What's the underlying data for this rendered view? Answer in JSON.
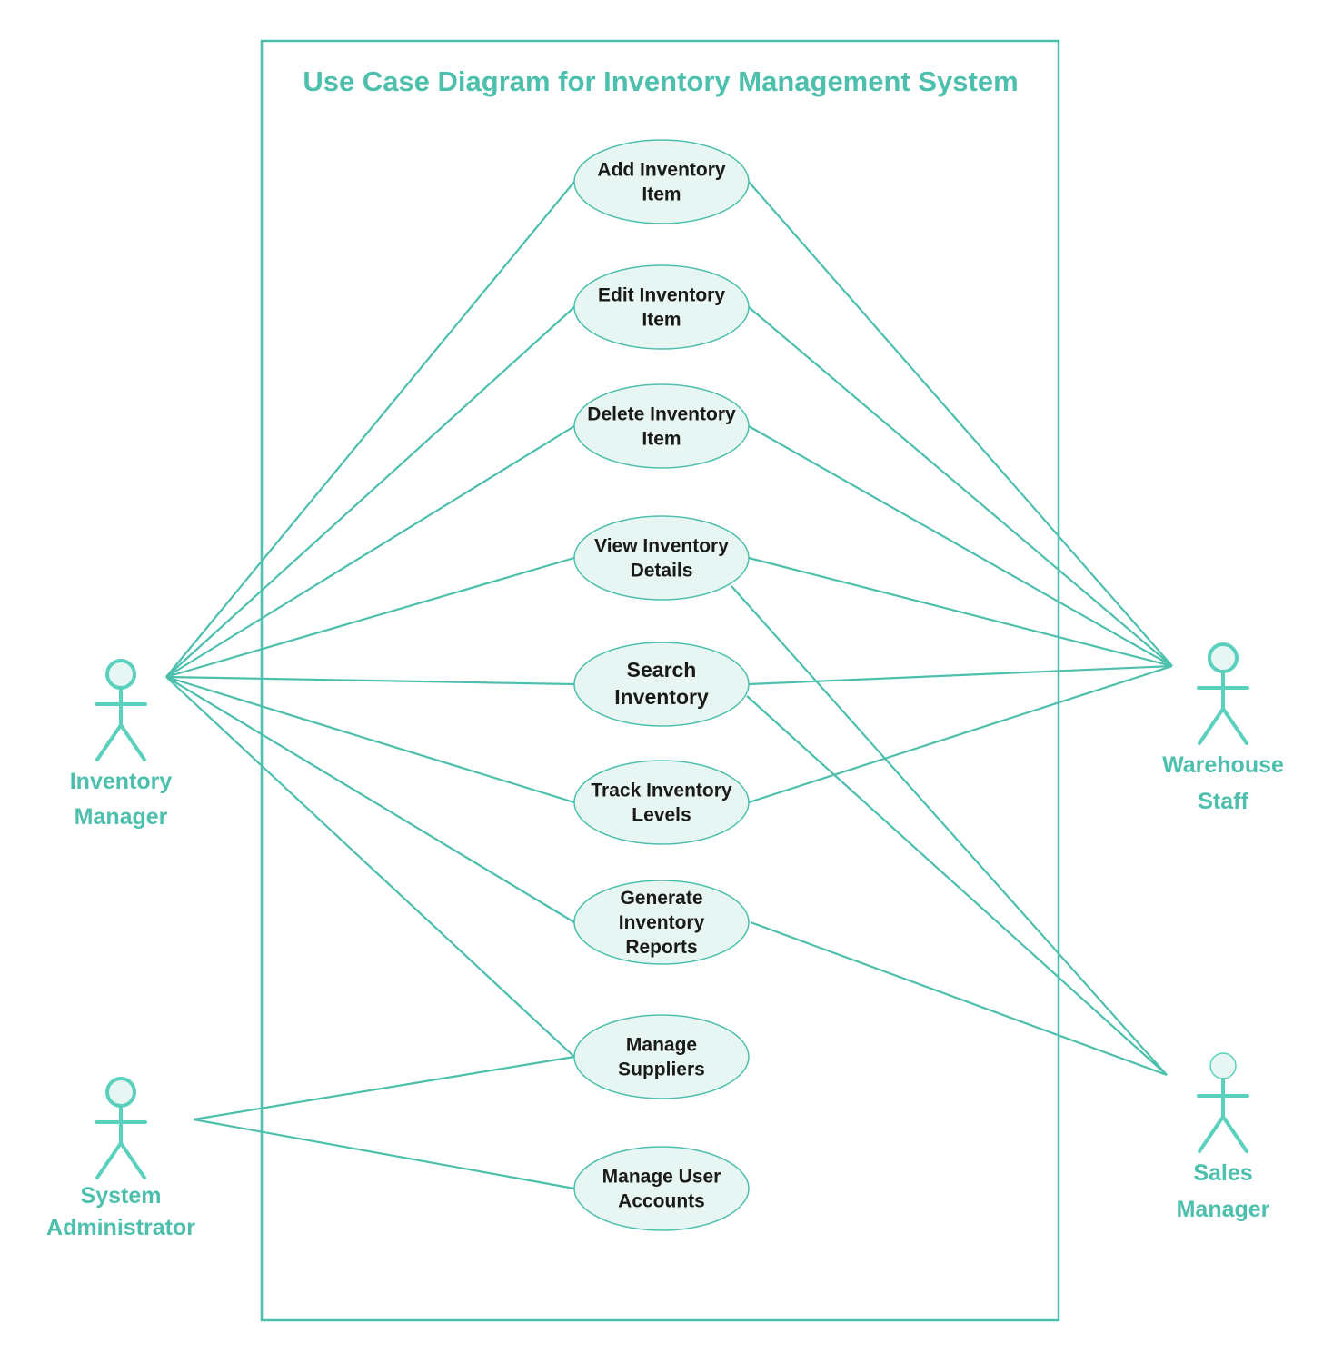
{
  "title": "Use Case Diagram for Inventory Management System",
  "colors": {
    "accent": "#4dbfad",
    "actor_stroke": "#5ad1bd",
    "usecase_fill": "#e8f6f3",
    "usecase_text": "#1a1a1a"
  },
  "use_cases": [
    {
      "id": "add",
      "lines": [
        "Add Inventory",
        "Item"
      ]
    },
    {
      "id": "edit",
      "lines": [
        "Edit Inventory",
        "Item"
      ]
    },
    {
      "id": "delete",
      "lines": [
        "Delete Inventory",
        "Item"
      ]
    },
    {
      "id": "view",
      "lines": [
        "View Inventory",
        "Details"
      ]
    },
    {
      "id": "search",
      "lines": [
        "Search",
        "Inventory"
      ]
    },
    {
      "id": "track",
      "lines": [
        "Track Inventory",
        "Levels"
      ]
    },
    {
      "id": "reports",
      "lines": [
        "Generate",
        "Inventory",
        "Reports"
      ]
    },
    {
      "id": "suppliers",
      "lines": [
        "Manage",
        "Suppliers"
      ]
    },
    {
      "id": "users",
      "lines": [
        "Manage User",
        "Accounts"
      ]
    }
  ],
  "actors": [
    {
      "id": "im",
      "lines": [
        "Inventory",
        "Manager"
      ],
      "icon": "stick-figure-icon"
    },
    {
      "id": "sa",
      "lines": [
        "System",
        "Administrator"
      ],
      "icon": "stick-figure-icon"
    },
    {
      "id": "ws",
      "lines": [
        "Warehouse",
        "Staff"
      ],
      "icon": "stick-figure-icon"
    },
    {
      "id": "sm",
      "lines": [
        "Sales",
        "Manager"
      ],
      "icon": "stick-figure-icon"
    }
  ],
  "associations": [
    {
      "actor": "im",
      "use_case": "add"
    },
    {
      "actor": "im",
      "use_case": "edit"
    },
    {
      "actor": "im",
      "use_case": "delete"
    },
    {
      "actor": "im",
      "use_case": "view"
    },
    {
      "actor": "im",
      "use_case": "search"
    },
    {
      "actor": "im",
      "use_case": "track"
    },
    {
      "actor": "im",
      "use_case": "reports"
    },
    {
      "actor": "im",
      "use_case": "suppliers"
    },
    {
      "actor": "sa",
      "use_case": "suppliers"
    },
    {
      "actor": "sa",
      "use_case": "users"
    },
    {
      "actor": "ws",
      "use_case": "add"
    },
    {
      "actor": "ws",
      "use_case": "edit"
    },
    {
      "actor": "ws",
      "use_case": "delete"
    },
    {
      "actor": "ws",
      "use_case": "view"
    },
    {
      "actor": "ws",
      "use_case": "search"
    },
    {
      "actor": "ws",
      "use_case": "track"
    },
    {
      "actor": "sm",
      "use_case": "view"
    },
    {
      "actor": "sm",
      "use_case": "search"
    },
    {
      "actor": "sm",
      "use_case": "reports"
    }
  ]
}
